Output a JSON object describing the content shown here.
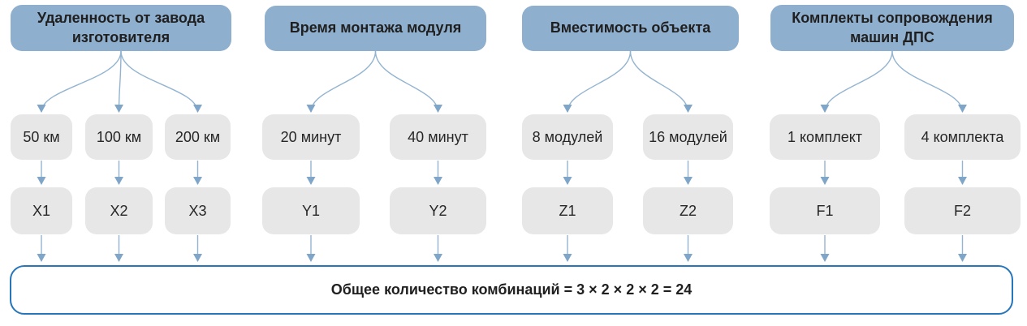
{
  "diagram": {
    "groups": [
      {
        "header": "Удаленность от завода изготовителя",
        "children": [
          {
            "value": "50 км",
            "code": "X1"
          },
          {
            "value": "100 км",
            "code": "X2"
          },
          {
            "value": "200 км",
            "code": "X3"
          }
        ]
      },
      {
        "header": "Время монтажа модуля",
        "children": [
          {
            "value": "20 минут",
            "code": "Y1"
          },
          {
            "value": "40 минут",
            "code": "Y2"
          }
        ]
      },
      {
        "header": "Вместимость объекта",
        "children": [
          {
            "value": "8 модулей",
            "code": "Z1"
          },
          {
            "value": "16 модулей",
            "code": "Z2"
          }
        ]
      },
      {
        "header": "Комплекты сопровождения машин ДПС",
        "children": [
          {
            "value": "1 комплект",
            "code": "F1"
          },
          {
            "value": "4 комплекта",
            "code": "F2"
          }
        ]
      }
    ],
    "total": "Общее количество комбинаций = 3 × 2 × 2 × 2 = 24",
    "colors": {
      "header_fill": "#8FAFCE",
      "box_fill": "#E8E7E7",
      "arrow": "#93B4D1",
      "arrow_head": "#7FA6C8",
      "total_border": "#2776BC",
      "text": "#1F1F1F"
    }
  }
}
